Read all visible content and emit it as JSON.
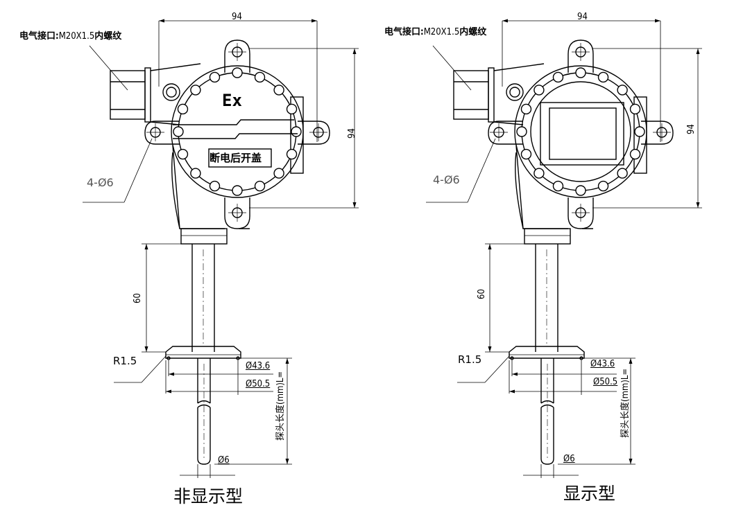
{
  "left": {
    "electrical_label": "电气接口:",
    "electrical_spec": "M20X1.5",
    "electrical_suffix": "内螺纹",
    "dim_top_width": "94",
    "dim_right_height": "94",
    "holes": "4-Ø6",
    "ex_mark": "Ex",
    "warning": "断电后开盖",
    "dim_stem": "60",
    "radius": "R1.5",
    "dim_43": "Ø43.6",
    "dim_50": "Ø50.5",
    "probe_length": "探头长度(mm)L=",
    "dim_probe_dia": "Ø6",
    "caption": "非显示型"
  },
  "right": {
    "electrical_label": "电气接口:",
    "electrical_spec": "M20X1.5",
    "electrical_suffix": "内螺纹",
    "dim_top_width": "94",
    "dim_right_height": "94",
    "holes": "4-Ø6",
    "dim_stem": "60",
    "radius": "R1.5",
    "dim_43": "Ø43.6",
    "dim_50": "Ø50.5",
    "probe_length": "探头长度(mm)L=",
    "dim_probe_dia": "Ø6",
    "caption": "显示型"
  }
}
